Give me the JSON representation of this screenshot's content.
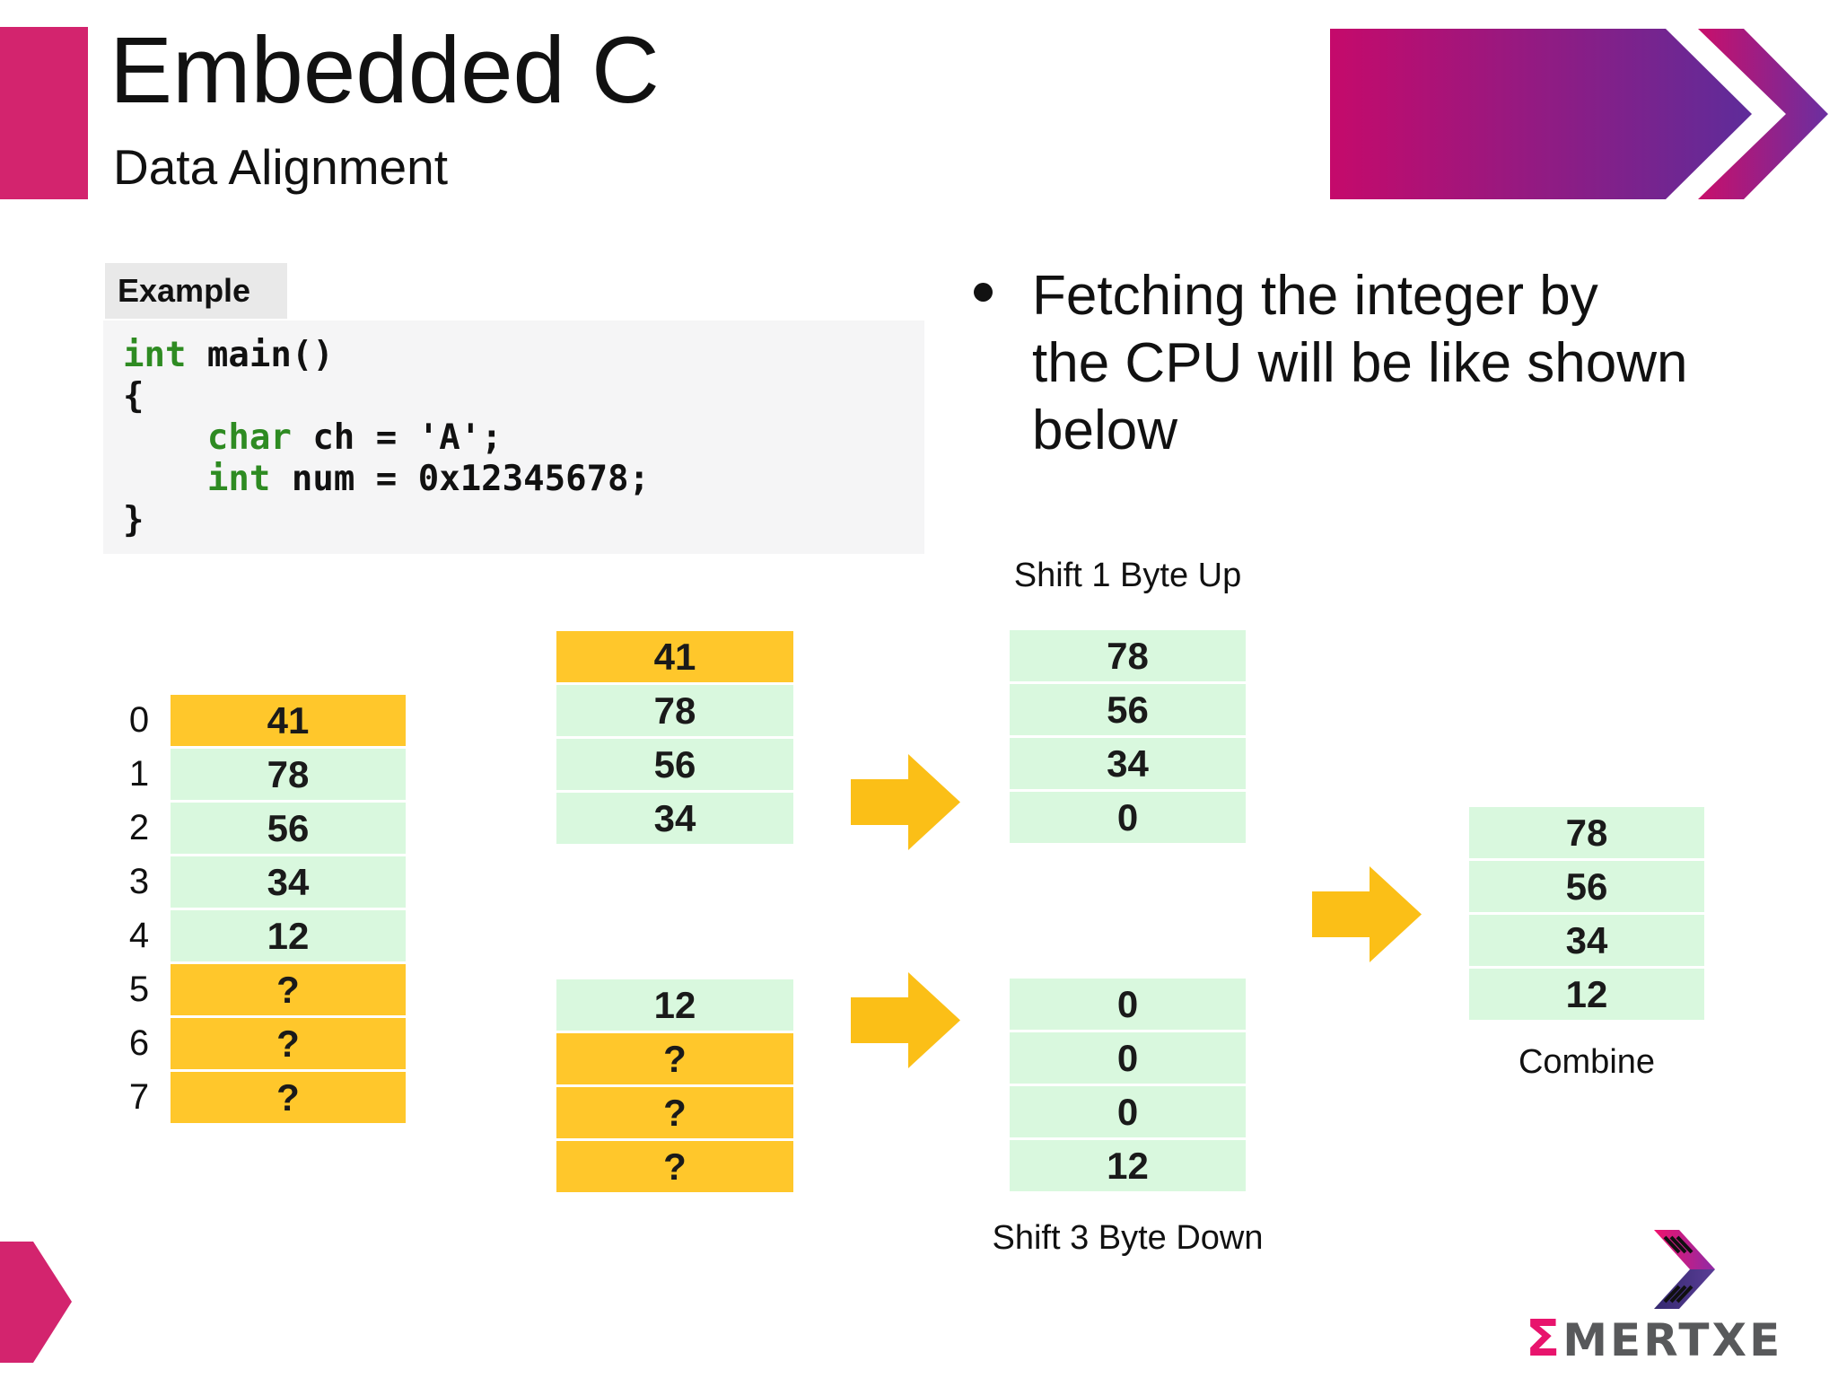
{
  "slide": {
    "title": "Embedded C",
    "subtitle": "Data Alignment"
  },
  "example": {
    "label": "Example",
    "code_lines": [
      [
        {
          "t": "int",
          "kw": true
        },
        {
          "t": " main()"
        }
      ],
      [
        {
          "t": "{"
        }
      ],
      [
        {
          "t": "    "
        },
        {
          "t": "char",
          "kw": true
        },
        {
          "t": " ch = 'A';"
        }
      ],
      [
        {
          "t": "    "
        },
        {
          "t": "int",
          "kw": true
        },
        {
          "t": " num = 0x12345678;"
        }
      ],
      [
        {
          "t": "}"
        }
      ]
    ]
  },
  "bullet": {
    "text": "Fetching the integer by\nthe CPU will be like shown\nbelow"
  },
  "diagram": {
    "memory_indices": [
      "0",
      "1",
      "2",
      "3",
      "4",
      "5",
      "6",
      "7"
    ],
    "tables": {
      "memory": {
        "cells": [
          {
            "v": "41",
            "c": "yellow"
          },
          {
            "v": "78",
            "c": "green"
          },
          {
            "v": "56",
            "c": "green"
          },
          {
            "v": "34",
            "c": "green"
          },
          {
            "v": "12",
            "c": "green"
          },
          {
            "v": "?",
            "c": "yellow"
          },
          {
            "v": "?",
            "c": "yellow"
          },
          {
            "v": "?",
            "c": "yellow"
          }
        ]
      },
      "fetch_high": {
        "cells": [
          {
            "v": "41",
            "c": "yellow"
          },
          {
            "v": "78",
            "c": "green"
          },
          {
            "v": "56",
            "c": "green"
          },
          {
            "v": "34",
            "c": "green"
          }
        ]
      },
      "fetch_low": {
        "cells": [
          {
            "v": "12",
            "c": "green"
          },
          {
            "v": "?",
            "c": "yellow"
          },
          {
            "v": "?",
            "c": "yellow"
          },
          {
            "v": "?",
            "c": "yellow"
          }
        ]
      },
      "shift_up": {
        "label": "Shift 1 Byte Up",
        "cells": [
          {
            "v": "78",
            "c": "green"
          },
          {
            "v": "56",
            "c": "green"
          },
          {
            "v": "34",
            "c": "green"
          },
          {
            "v": "0",
            "c": "green"
          }
        ]
      },
      "shift_down": {
        "label": "Shift 3 Byte Down",
        "cells": [
          {
            "v": "0",
            "c": "green"
          },
          {
            "v": "0",
            "c": "green"
          },
          {
            "v": "0",
            "c": "green"
          },
          {
            "v": "12",
            "c": "green"
          }
        ]
      },
      "combine": {
        "label": "Combine",
        "cells": [
          {
            "v": "78",
            "c": "green"
          },
          {
            "v": "56",
            "c": "green"
          },
          {
            "v": "34",
            "c": "green"
          },
          {
            "v": "12",
            "c": "green"
          }
        ]
      }
    }
  },
  "logo": {
    "sigma": "Σ",
    "name": "MERTXE"
  },
  "colors": {
    "yellow": "#FFC72B",
    "green": "#D9F8DE",
    "arrow": "#FBBF17",
    "pink": "#D3246E",
    "keyword": "#2E8B22",
    "grad_start": "#C50A6B",
    "grad_end": "#5E2C9A",
    "chev_start": "#C90F6B",
    "chev_end": "#6A2FA0",
    "logo_pink_a": "#F0126C",
    "logo_pink_b": "#8F2BA5",
    "logo_navy_a": "#34296F",
    "logo_navy_b": "#5A3D96",
    "logo_sigma": "#E8146D",
    "logo_gray": "#58595B"
  }
}
